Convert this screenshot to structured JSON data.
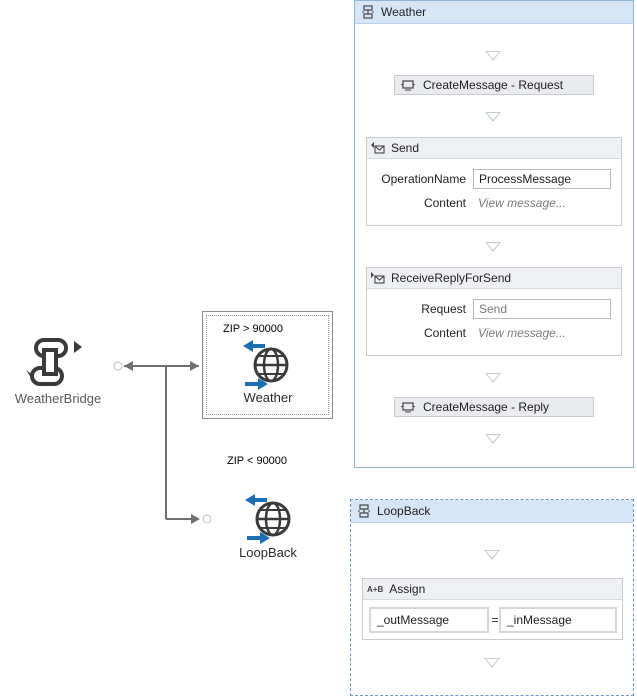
{
  "bridge": {
    "label": "WeatherBridge"
  },
  "routes": [
    {
      "condition": "ZIP > 90000",
      "caption": "Weather"
    },
    {
      "condition": "ZIP < 90000",
      "caption": "LoopBack"
    }
  ],
  "weather_panel": {
    "title": "Weather",
    "create_request": "CreateMessage - Request",
    "send": {
      "title": "Send",
      "operation_label": "OperationName",
      "operation_value": "ProcessMessage",
      "content_label": "Content",
      "content_link": "View message..."
    },
    "receive": {
      "title": "ReceiveReplyForSend",
      "request_label": "Request",
      "request_value": "Send",
      "content_label": "Content",
      "content_link": "View message..."
    },
    "create_reply": "CreateMessage - Reply"
  },
  "loopback_panel": {
    "title": "LoopBack",
    "assign": {
      "title": "Assign",
      "badge": "A+B",
      "left": "_outMessage",
      "op": "=",
      "right": "_inMessage"
    }
  },
  "colors": {
    "accent": "#1c6fb5",
    "panel_header": "#d6e6f7",
    "panel_border": "#8fb3db"
  }
}
